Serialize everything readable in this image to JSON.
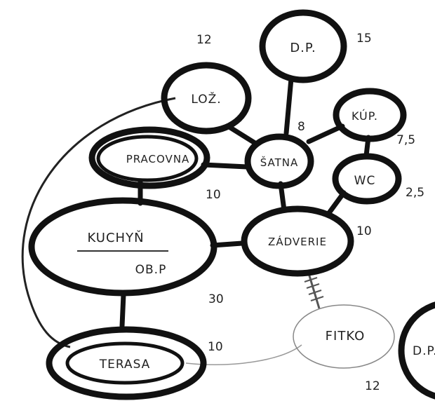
{
  "rooms": {
    "lozn": {
      "label": "LOŽ.",
      "area": "12"
    },
    "dp": {
      "label": "D.P.",
      "area": "15"
    },
    "kup": {
      "label": "KÚP.",
      "area": "7,5"
    },
    "satna": {
      "label": "ŠATNA",
      "area": "8"
    },
    "wc": {
      "label": "WC",
      "area": "2,5"
    },
    "pracovna": {
      "label": "PRACOVNA",
      "area": "10"
    },
    "zadverie": {
      "label": "ZÁDVERIE",
      "area": "10"
    },
    "kuchyn": {
      "label": "KUCHYŇ",
      "sublabel": "OB.P",
      "area": "30"
    },
    "fitko": {
      "label": "FITKO"
    },
    "terasa": {
      "label": "TERASA",
      "area": "10"
    },
    "dp2": {
      "label": "D.P."
    }
  },
  "extra_numbers": {
    "bottom_right": "12"
  }
}
